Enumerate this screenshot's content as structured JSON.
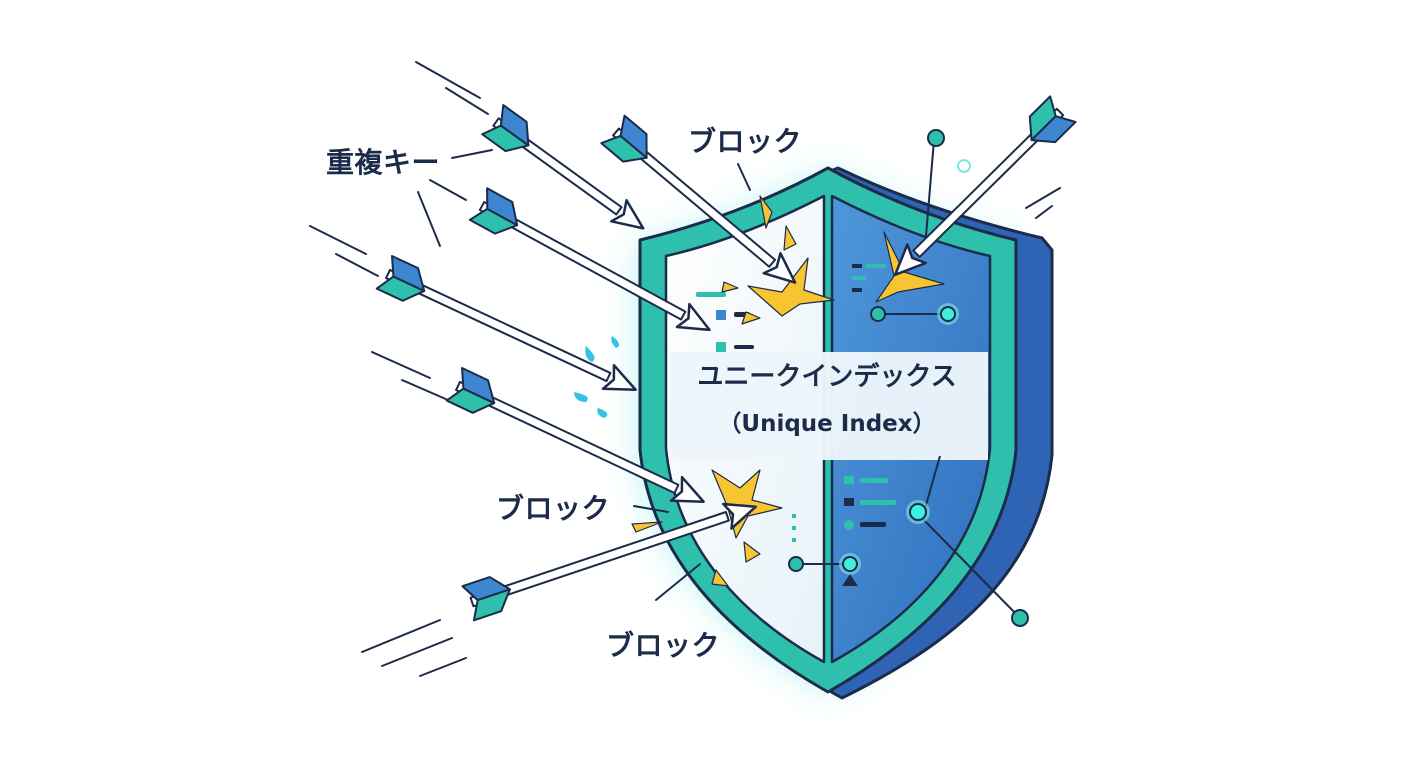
{
  "labels": {
    "duplicate_key": "重複キー",
    "block_top": "ブロック",
    "block_middle": "ブロック",
    "block_bottom": "ブロック"
  },
  "shield": {
    "title": "ユニークインデックス",
    "subtitle": "（Unique Index）"
  },
  "colors": {
    "teal": "#2fbfad",
    "blue": "#3f86d1",
    "navy": "#1c2b4a",
    "panel": "#eef6fb",
    "glow": "#7fe6e6",
    "spark": "#f7c531"
  }
}
